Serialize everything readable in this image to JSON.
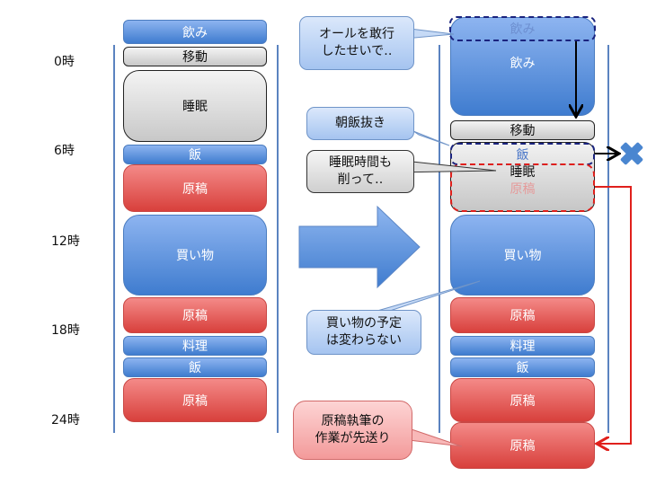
{
  "hour_labels": [
    "0時",
    "6時",
    "12時",
    "18時",
    "24時"
  ],
  "planned_schedule": {
    "blocks": [
      {
        "label": "飲み",
        "kind": "blue"
      },
      {
        "label": "移動",
        "kind": "gray"
      },
      {
        "label": "睡眠",
        "kind": "gray"
      },
      {
        "label": "飯",
        "kind": "blue"
      },
      {
        "label": "原稿",
        "kind": "red"
      },
      {
        "label": "買い物",
        "kind": "blue"
      },
      {
        "label": "原稿",
        "kind": "red"
      },
      {
        "label": "料理",
        "kind": "blue"
      },
      {
        "label": "飯",
        "kind": "blue"
      },
      {
        "label": "原稿",
        "kind": "red"
      }
    ]
  },
  "actual_schedule": {
    "blocks": [
      {
        "label": "飲み",
        "kind": "blue",
        "note": "planned slot, dashed"
      },
      {
        "label": "飲み",
        "kind": "blue"
      },
      {
        "label": "移動",
        "kind": "gray"
      },
      {
        "label": "飯",
        "kind": "cancelled"
      },
      {
        "label": "睡眠",
        "kind": "gray"
      },
      {
        "label": "原稿",
        "kind": "displaced"
      },
      {
        "label": "買い物",
        "kind": "blue"
      },
      {
        "label": "原稿",
        "kind": "red"
      },
      {
        "label": "料理",
        "kind": "blue"
      },
      {
        "label": "飯",
        "kind": "blue"
      },
      {
        "label": "原稿",
        "kind": "red"
      },
      {
        "label": "原稿",
        "kind": "red",
        "note": "postponed"
      }
    ]
  },
  "callouts": {
    "all_nighter": "オールを敢行\nしたせいで‥",
    "skip_breakfast": "朝飯抜き",
    "cut_sleep": "睡眠時間も\n削って‥",
    "shopping_unchanged": "買い物の予定\nは変わらない",
    "manuscript_postponed": "原稿執筆の\n作業が先送り"
  },
  "colors": {
    "blue": "#3f7ccf",
    "red": "#d8403c",
    "gray": "#c8c8c8",
    "dash_blue": "#1a237e",
    "dash_red": "#e0201c",
    "cancel_x": "#4a86d0"
  }
}
